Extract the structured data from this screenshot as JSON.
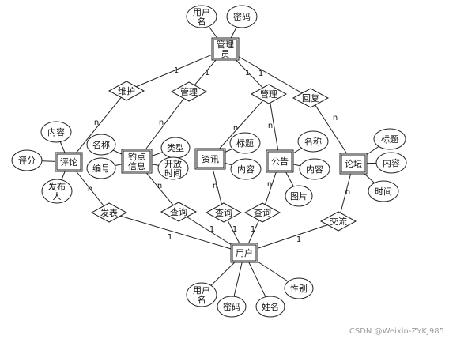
{
  "entities": {
    "admin": [
      "管理",
      "员"
    ],
    "user": [
      "用户"
    ],
    "comment": [
      "评论"
    ],
    "spot": [
      "钓点",
      "信息"
    ],
    "news": [
      "资讯"
    ],
    "notice": [
      "公告"
    ],
    "forum": [
      "论坛"
    ]
  },
  "attributes": {
    "admin_username": [
      "用户",
      "名"
    ],
    "admin_password": [
      "密码"
    ],
    "comment_content": [
      "内容"
    ],
    "comment_score": [
      "评分"
    ],
    "comment_publisher": [
      "发布",
      "人"
    ],
    "spot_name": [
      "名称"
    ],
    "spot_number": [
      "编号"
    ],
    "spot_type": [
      "类型"
    ],
    "spot_opentime": [
      "开放",
      "时间"
    ],
    "news_title": [
      "标题"
    ],
    "news_content": [
      "内容"
    ],
    "notice_name": [
      "名称"
    ],
    "notice_content": [
      "内容"
    ],
    "notice_image": [
      "图片"
    ],
    "forum_title": [
      "标题"
    ],
    "forum_content": [
      "内容"
    ],
    "forum_time": [
      "时间"
    ],
    "user_username": [
      "用户",
      "名"
    ],
    "user_password": [
      "密码"
    ],
    "user_name": [
      "姓名"
    ],
    "user_gender": [
      "性别"
    ]
  },
  "relations": {
    "maintain": "维护",
    "manage1": "管理",
    "manage2": "管理",
    "reply": "回复",
    "post": "发表",
    "query1": "查询",
    "query2": "查询",
    "query3": "查询",
    "exchange": "交流"
  },
  "cardinalities": {
    "one": "1",
    "many": "n"
  },
  "watermark": "CSDN @Weixin-ZYKJ985"
}
